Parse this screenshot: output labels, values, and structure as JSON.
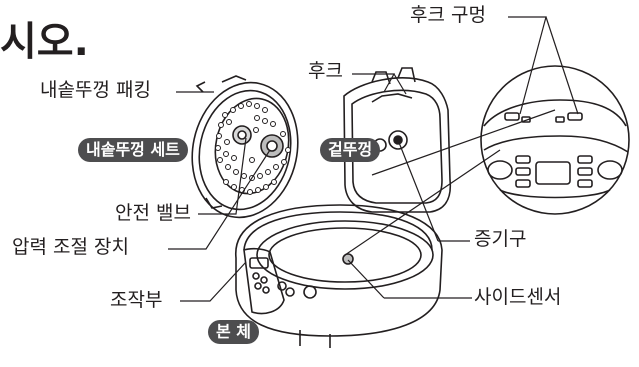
{
  "heading": "시오.",
  "labels": {
    "gasket": "내솥뚜껑 패킹",
    "hook": "후크",
    "hook_holes": "후크 구멍",
    "safety_valve": "안전 밸브",
    "pressure_control": "압력 조절 장치",
    "steam_port": "증기구",
    "control_panel": "조작부",
    "side_sensor": "사이드센서"
  },
  "badges": {
    "inner_lid_set": "내솥뚜껑 세트",
    "outer_lid": "겉뚜껑",
    "main_body": "본 체"
  }
}
